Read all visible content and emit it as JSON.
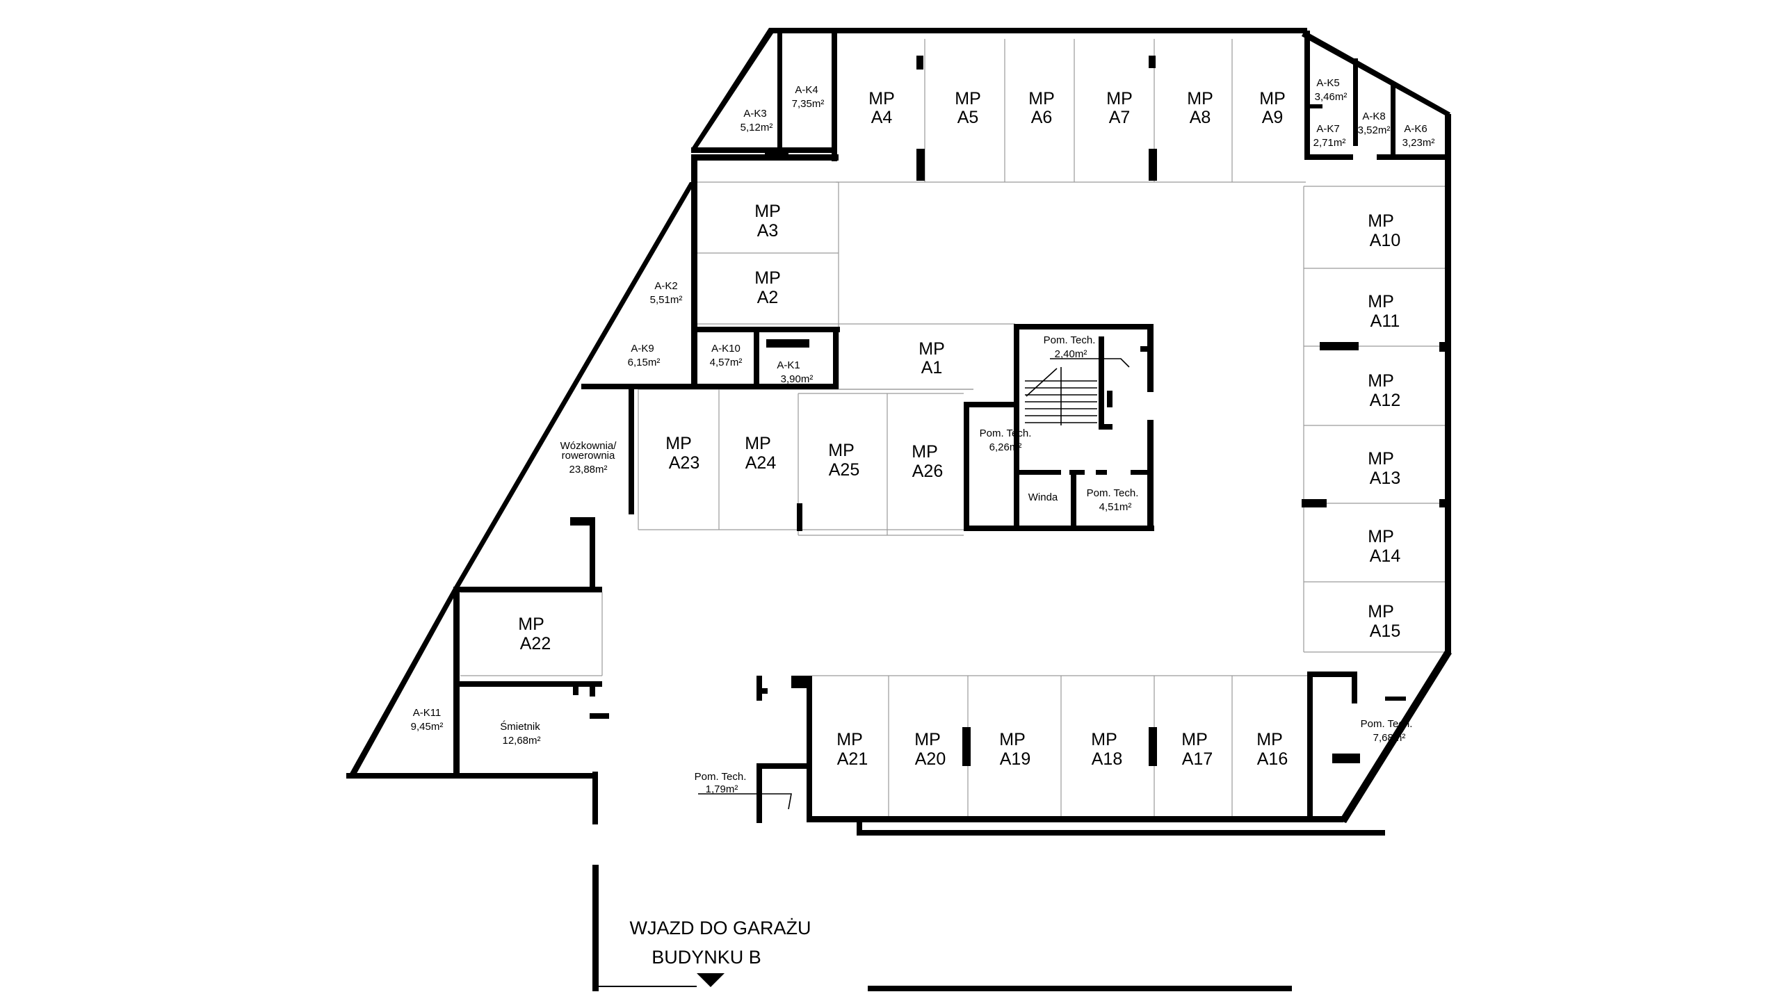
{
  "colors": {
    "wall": "#000000",
    "spot_line": "#9a9a9a",
    "background": "#ffffff"
  },
  "parking_spots": [
    {
      "id": "A1",
      "l1": "MP",
      "l2": "A1"
    },
    {
      "id": "A2",
      "l1": "MP",
      "l2": "A2"
    },
    {
      "id": "A3",
      "l1": "MP",
      "l2": "A3"
    },
    {
      "id": "A4",
      "l1": "MP",
      "l2": "A4"
    },
    {
      "id": "A5",
      "l1": "MP",
      "l2": "A5"
    },
    {
      "id": "A6",
      "l1": "MP",
      "l2": "A6"
    },
    {
      "id": "A7",
      "l1": "MP",
      "l2": "A7"
    },
    {
      "id": "A8",
      "l1": "MP",
      "l2": "A8"
    },
    {
      "id": "A9",
      "l1": "MP",
      "l2": "A9"
    },
    {
      "id": "A10",
      "l1": "MP",
      "l2": "A10"
    },
    {
      "id": "A11",
      "l1": "MP",
      "l2": "A11"
    },
    {
      "id": "A12",
      "l1": "MP",
      "l2": "A12"
    },
    {
      "id": "A13",
      "l1": "MP",
      "l2": "A13"
    },
    {
      "id": "A14",
      "l1": "MP",
      "l2": "A14"
    },
    {
      "id": "A15",
      "l1": "MP",
      "l2": "A15"
    },
    {
      "id": "A16",
      "l1": "MP",
      "l2": "A16"
    },
    {
      "id": "A17",
      "l1": "MP",
      "l2": "A17"
    },
    {
      "id": "A18",
      "l1": "MP",
      "l2": "A18"
    },
    {
      "id": "A19",
      "l1": "MP",
      "l2": "A19"
    },
    {
      "id": "A20",
      "l1": "MP",
      "l2": "A20"
    },
    {
      "id": "A21",
      "l1": "MP",
      "l2": "A21"
    },
    {
      "id": "A22",
      "l1": "MP",
      "l2": "A22"
    },
    {
      "id": "A23",
      "l1": "MP",
      "l2": "A23"
    },
    {
      "id": "A24",
      "l1": "MP",
      "l2": "A24"
    },
    {
      "id": "A25",
      "l1": "MP",
      "l2": "A25"
    },
    {
      "id": "A26",
      "l1": "MP",
      "l2": "A26"
    }
  ],
  "storage_units": [
    {
      "id": "A-K1",
      "area": "3,90m²"
    },
    {
      "id": "A-K2",
      "area": "5,51m²"
    },
    {
      "id": "A-K3",
      "area": "5,12m²"
    },
    {
      "id": "A-K4",
      "area": "7,35m²"
    },
    {
      "id": "A-K5",
      "area": "3,46m²"
    },
    {
      "id": "A-K6",
      "area": "3,23m²"
    },
    {
      "id": "A-K7",
      "area": "2,71m²"
    },
    {
      "id": "A-K8",
      "area": "3,52m²"
    },
    {
      "id": "A-K9",
      "area": "6,15m²"
    },
    {
      "id": "A-K10",
      "area": "4,57m²"
    },
    {
      "id": "A-K11",
      "area": "9,45m²"
    }
  ],
  "technical_rooms": [
    {
      "name": "Pom. Tech.",
      "area": "2,40m²"
    },
    {
      "name": "Pom. Tech.",
      "area": "6,26m²"
    },
    {
      "name": "Pom. Tech.",
      "area": "4,51m²"
    },
    {
      "name": "Pom. Tech.",
      "area": "7,68m²"
    },
    {
      "name": "Pom. Tech.",
      "area": "1,79m²"
    }
  ],
  "other_rooms": {
    "elevator": "Winda",
    "stroller_room_l1": "Wózkownia/",
    "stroller_room_l2": "rowerownia",
    "stroller_room_area": "23,88m²",
    "trash_room": "Śmietnik",
    "trash_room_area": "12,68m²"
  },
  "entrance": {
    "line1": "WJAZD DO GARAŻU",
    "line2": "BUDYNKU B"
  }
}
